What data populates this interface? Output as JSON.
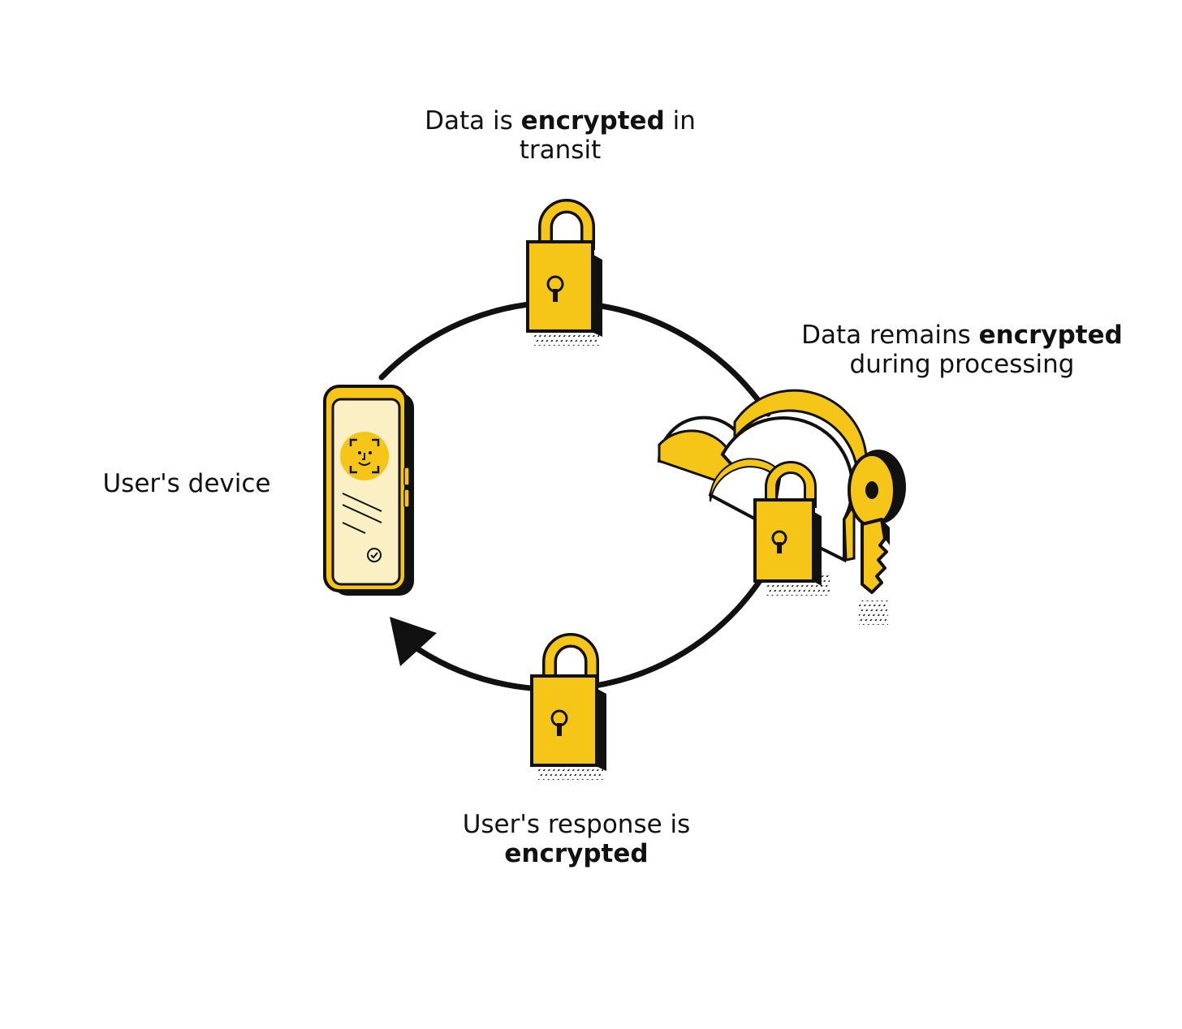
{
  "colors": {
    "accent": "#F5C518",
    "accent_light": "#FBEFC4",
    "outline": "#111111",
    "background": "#FFFFFF"
  },
  "labels": {
    "transit": {
      "pre": "Data is ",
      "bold": "encrypted",
      "post": " in",
      "line2": "transit"
    },
    "processing": {
      "pre": "Data remains ",
      "bold": "encrypted",
      "line2": "during processing"
    },
    "response": {
      "line1": "User's response is",
      "bold": "encrypted"
    },
    "device": "User's device"
  },
  "icons": {
    "device": "smartphone-face-id-icon",
    "lock": "padlock-icon",
    "cloud": "cloud-icon",
    "key": "key-icon",
    "arrow": "arrowhead-icon"
  }
}
